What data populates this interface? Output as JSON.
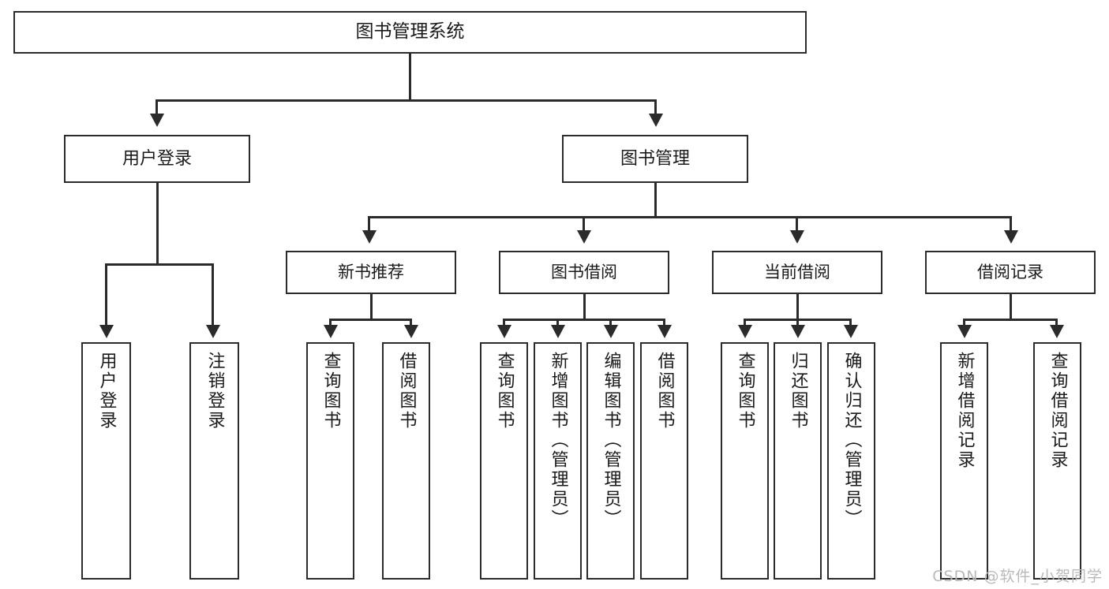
{
  "diagram": {
    "title": "图书管理系统",
    "type": "tree",
    "watermark": "CSDN @软件_小贺同学",
    "accent_color": "#2b2b2b",
    "background_color": "#ffffff",
    "text_color": "#1a1a1a"
  },
  "root": {
    "label": "图书管理系统"
  },
  "level2": [
    {
      "label": "用户登录"
    },
    {
      "label": "图书管理"
    }
  ],
  "level3": [
    {
      "label": "新书推荐"
    },
    {
      "label": "图书借阅"
    },
    {
      "label": "当前借阅"
    },
    {
      "label": "借阅记录"
    }
  ],
  "leaves": {
    "user_login": [
      {
        "label": "用户登录"
      },
      {
        "label": "注销登录"
      }
    ],
    "new_book": [
      {
        "label": "查询图书"
      },
      {
        "label": "借阅图书"
      }
    ],
    "book_borrow": [
      {
        "label": "查询图书"
      },
      {
        "label": "新增图书（管理员）"
      },
      {
        "label": "编辑图书（管理员）"
      },
      {
        "label": "借阅图书"
      }
    ],
    "current_borrow": [
      {
        "label": "查询图书"
      },
      {
        "label": "归还图书"
      },
      {
        "label": "确认归还（管理员）"
      }
    ],
    "borrow_record": [
      {
        "label": "新增借阅记录"
      },
      {
        "label": "查询借阅记录"
      }
    ]
  }
}
